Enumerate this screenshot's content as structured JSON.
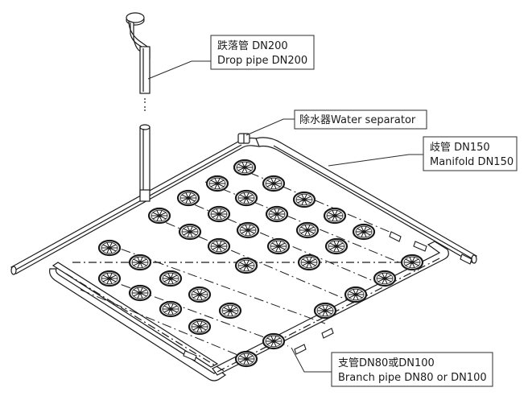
{
  "labels": {
    "drop_pipe": {
      "line1": "跌落管 DN200",
      "line2": "Drop pipe DN200"
    },
    "water_separator": {
      "line1": "除水器Water separator"
    },
    "manifold": {
      "line1": "歧管 DN150",
      "line2": "Manifold DN150"
    },
    "branch_pipe": {
      "line1": "支管DN80或DN100",
      "line2": "Branch pipe DN80 or DN100"
    }
  },
  "colors": {
    "line": "#1a1a1a",
    "pipe_fill": "#ffffff",
    "box_border": "#2b2b2b"
  },
  "icons": {
    "nozzle": "spoked-wheel-nozzle-icon"
  }
}
